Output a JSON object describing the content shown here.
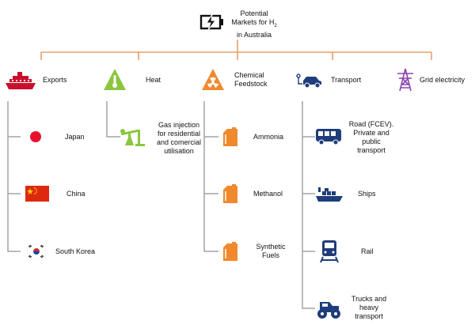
{
  "root": {
    "title_line1": "Potential",
    "title_line2": "Markets for H",
    "title_sub": "2",
    "title_line3": "in Australia",
    "icon": "battery-charging-icon"
  },
  "colors": {
    "connector": "#e8a06a",
    "branch": "#a3a3a3",
    "exports": "#c8102e",
    "heat": "#8cc63f",
    "chemical": "#f0892e",
    "transport": "#1f3d7a",
    "grid": "#8e44ad"
  },
  "categories": [
    {
      "label": "Exports",
      "icon": "cruise-ship-icon"
    },
    {
      "label": "Heat",
      "icon": "thermometer-icon"
    },
    {
      "label_line1": "Chemical",
      "label_line2": "Feedstock",
      "icon": "hazard-icon"
    },
    {
      "label": "Transport",
      "icon": "car-plug-icon"
    },
    {
      "label": "Grid electricity",
      "icon": "pylon-icon"
    }
  ],
  "exports_items": [
    {
      "label": "Japan",
      "icon": "japan-flag-icon"
    },
    {
      "label": "China",
      "icon": "china-flag-icon"
    },
    {
      "label": "South Korea",
      "icon": "south-korea-flag-icon"
    }
  ],
  "heat_items": [
    {
      "line1": "Gas injection",
      "line2": "for residential",
      "line3": "and comercial",
      "line4": "utilisation",
      "icon": "pumpjack-icon"
    }
  ],
  "chemical_items": [
    {
      "label": "Ammonia",
      "icon": "jerrycan-icon"
    },
    {
      "label": "Methanol",
      "icon": "jerrycan-icon"
    },
    {
      "line1": "Synthetic",
      "line2": "Fuels",
      "icon": "jerrycan-icon"
    }
  ],
  "transport_items": [
    {
      "line1": "Road (FCEV).",
      "line2": "Private and",
      "line3": "public",
      "line4": "transport",
      "icon": "bus-icon"
    },
    {
      "label": "Ships",
      "icon": "cargo-ship-icon"
    },
    {
      "label": "Rail",
      "icon": "train-icon"
    },
    {
      "line1": "Trucks and",
      "line2": "heavy",
      "line3": "transport",
      "icon": "monster-truck-icon"
    }
  ]
}
